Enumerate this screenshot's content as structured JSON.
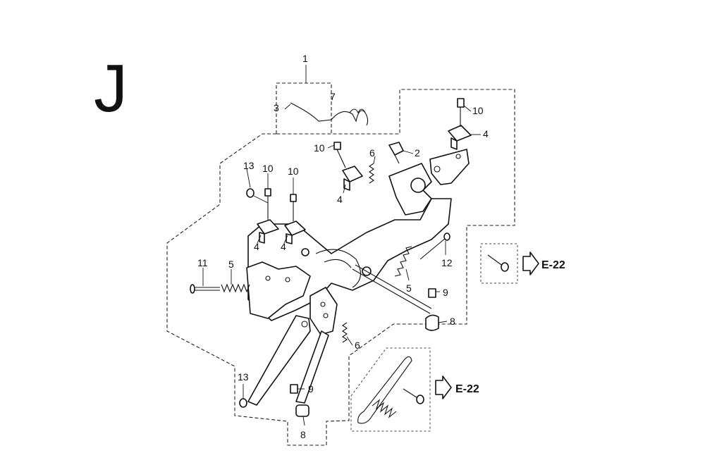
{
  "section_letter": "J",
  "callouts": {
    "c1": "1",
    "c2": "2",
    "c3": "3",
    "c4a": "4",
    "c4b": "4",
    "c4c": "4",
    "c4d": "4",
    "c5a": "5",
    "c5b": "5",
    "c6a": "6",
    "c6b": "6",
    "c7": "7",
    "c8a": "8",
    "c8b": "8",
    "c9a": "9",
    "c9b": "9",
    "c10a": "10",
    "c10b": "10",
    "c10c": "10",
    "c10d": "10",
    "c11": "11",
    "c12": "12",
    "c13a": "13",
    "c13b": "13"
  },
  "references": {
    "ref_top": "E-22",
    "ref_bottom": "E-22"
  },
  "icons": [
    "arrow-right-icon"
  ]
}
